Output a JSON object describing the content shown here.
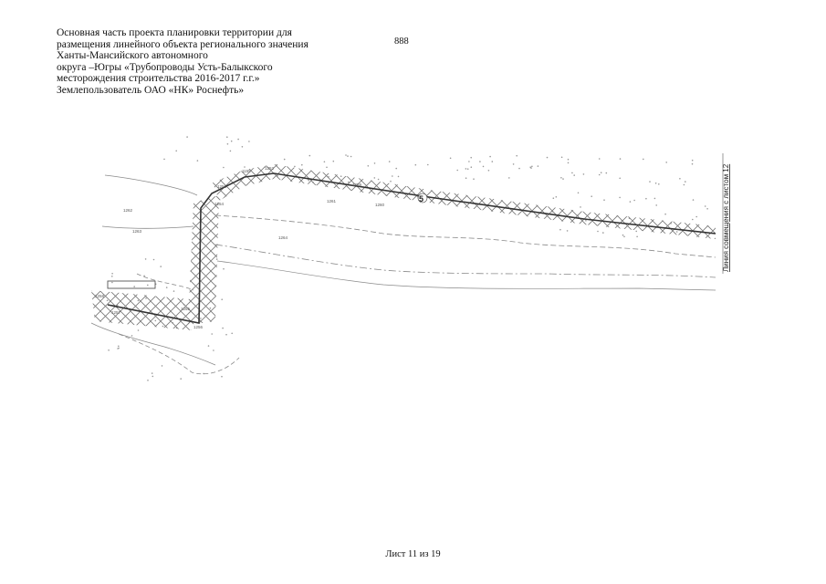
{
  "header": {
    "lines": [
      "Основная часть проекта планировки территории для",
      "размещения линейного объекта регионального значения",
      "Ханты-Мансийского автономного",
      "округа –Югры «Трубопроводы Усть-Балыкского",
      "месторождения строительства 2016-2017 г.г.»",
      "Землепользователь ОАО «НК» Роснефть»"
    ]
  },
  "page_number": "888",
  "footer": "Лист 11 из 19",
  "map": {
    "match_line_label": "Линия совмещения с листом 12",
    "segment_label": "5",
    "colors": {
      "line": "#333333",
      "hatch": "#777777",
      "contour": "#8a8a8a"
    },
    "small_labels": [
      "1155",
      "1250",
      "1251",
      "1252",
      "1253",
      "1254",
      "1255",
      "1256",
      "1257",
      "1258",
      "1259",
      "1260",
      "1261",
      "1262",
      "1263",
      "1264"
    ]
  }
}
